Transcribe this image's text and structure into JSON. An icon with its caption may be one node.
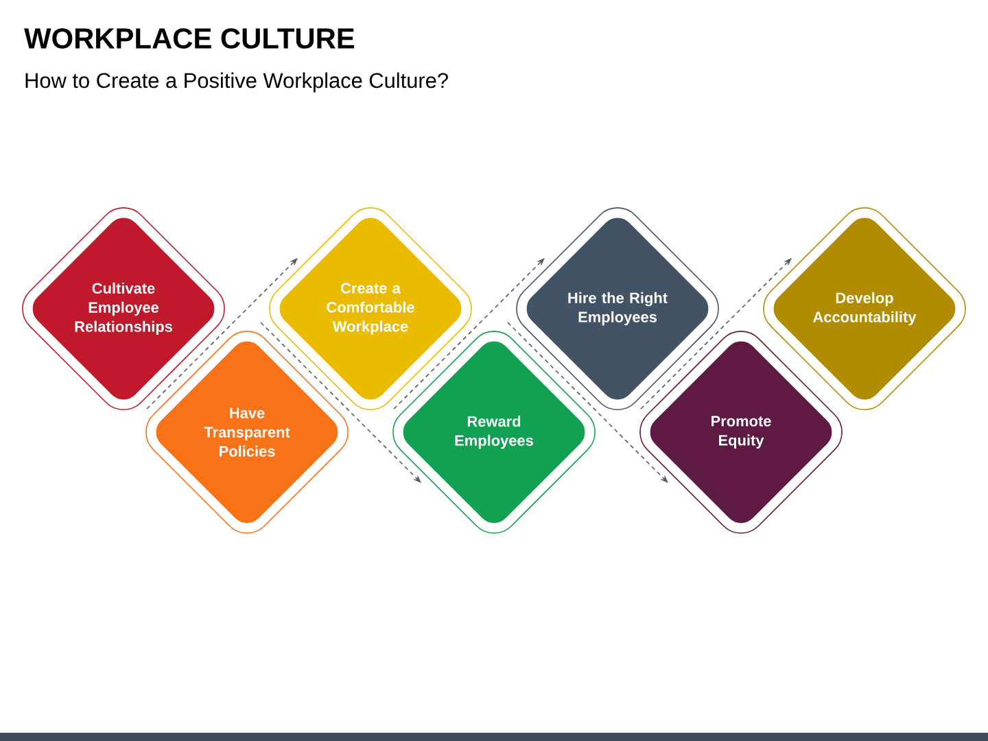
{
  "diagram": {
    "title": "WORKPLACE CULTURE",
    "nodes": [
      {
        "text": [
          "Cultivate Employee Relationships"
        ]
      },
      {
        "text": [
          "Have Transparent Policies"
        ]
      },
      {
        "text": [
          "Create a Comfortable Workplace"
        ]
      },
      {
        "text": [
          "Reward Employees"
        ]
      },
      {
        "text": [
          "Hire the Right Employees"
        ]
      },
      {
        "text": [
          "Promote Equity"
        ]
      },
      {
        "text": [
          "Develop Accountability"
        ]
      }
    ],
    "edges": [
      {
        "from": 1,
        "to": 2,
        "arrow": "to",
        "style": "dashed"
      },
      {
        "from": 2,
        "to": 3,
        "arrow": "to",
        "style": "dashed"
      },
      {
        "from": 3,
        "to": 4,
        "arrow": "to",
        "style": "dashed"
      },
      {
        "from": 4,
        "to": 5,
        "arrow": "to",
        "style": "dashed"
      },
      {
        "from": 5,
        "to": 6,
        "arrow": "to",
        "style": "dashed"
      }
    ],
    "labels": [
      "How to Create a Positive Workplace Culture?"
    ]
  }
}
